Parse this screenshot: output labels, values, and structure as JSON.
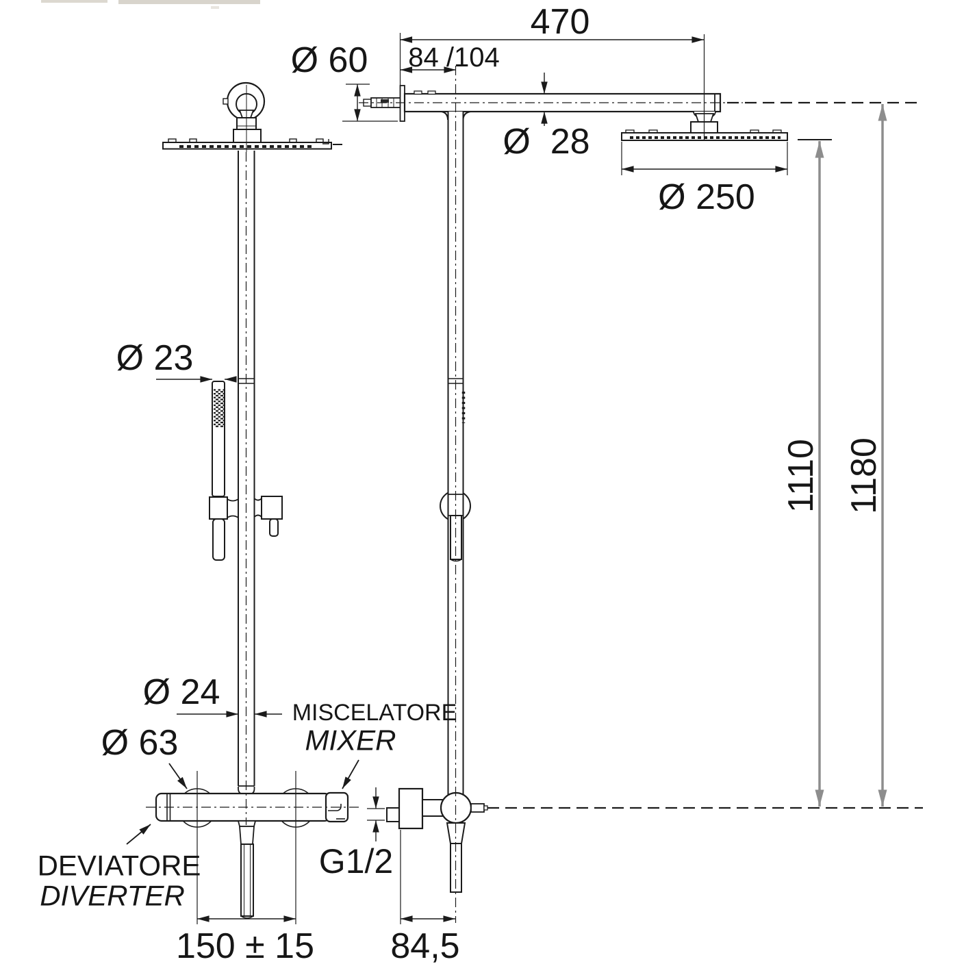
{
  "title": "shower-column-technical-drawing",
  "colors": {
    "background": "#ffffff",
    "line": "#1b1b1b",
    "dimension_gray": "#8d8d8d"
  },
  "side_view": {
    "labels": {
      "arm_length": "470",
      "wall_offset": "84 /104",
      "escutcheon_dia": "Ø 60",
      "arm_dia": "Ø  28",
      "head_dia": "Ø 250",
      "height_to_head": "1110",
      "height_total": "1180",
      "inlet_offset": "84,5",
      "thread": "G1/2"
    }
  },
  "front_view": {
    "labels": {
      "handshower_dia": "Ø 23",
      "column_dia": "Ø 24",
      "flange_dia": "Ø 63",
      "flange_spacing": "150 ± 15",
      "mixer_it": "MISCELATORE",
      "mixer_en": "MIXER",
      "diverter_it": "DEVIATORE",
      "diverter_en": "DIVERTER"
    }
  }
}
